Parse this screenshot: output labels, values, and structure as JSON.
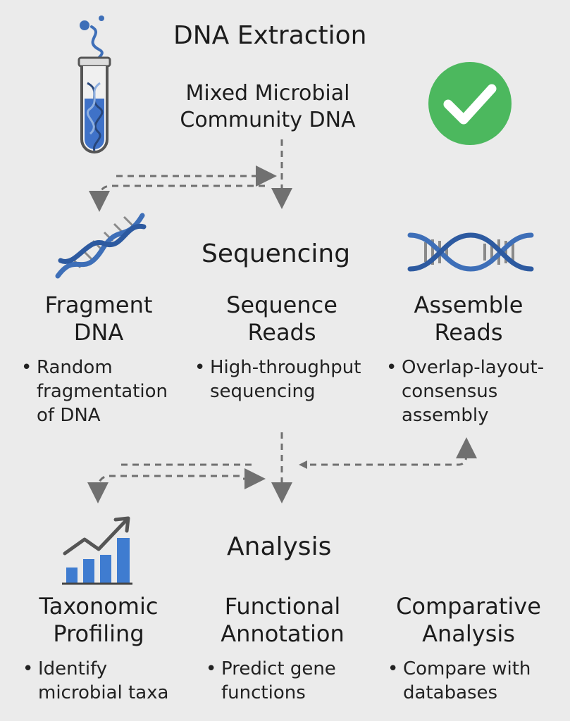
{
  "extraction": {
    "title": "DNA Extraction",
    "subtitle_line1": "Mixed Microbial",
    "subtitle_line2": "Community DNA"
  },
  "sequencing": {
    "title": "Sequencing",
    "steps": [
      {
        "line1": "Fragment",
        "line2": "DNA",
        "bullet": [
          "Random",
          "fragmentation",
          "of DNA"
        ]
      },
      {
        "line1": "Sequence",
        "line2": "Reads",
        "bullet": [
          "High-throughput",
          "sequencing"
        ]
      },
      {
        "line1": "Assemble",
        "line2": "Reads",
        "bullet": [
          "Overlap-layout-",
          "consensus",
          "assembly"
        ]
      }
    ]
  },
  "analysis": {
    "title": "Analysis",
    "steps": [
      {
        "line1": "Taxonomic",
        "line2": "Profiling",
        "bullet": [
          "Identify",
          "microbial taxa"
        ]
      },
      {
        "line1": "Functional",
        "line2": "Annotation",
        "bullet": [
          "Predict gene",
          "functions"
        ]
      },
      {
        "line1": "Comparative",
        "line2": "Analysis",
        "bullet": [
          "Compare with",
          "databases"
        ]
      }
    ]
  },
  "bullet_symbol": "•",
  "colors": {
    "background": "#ebebeb",
    "check_green": "#4cb85e",
    "dna_blue": "#3e6fb8",
    "bar_blue": "#3f7cd0",
    "arrow_gray": "#707070"
  },
  "icons": [
    "test-tube-icon",
    "check-circle-icon",
    "dna-helix-icon",
    "bar-chart-trend-icon"
  ]
}
